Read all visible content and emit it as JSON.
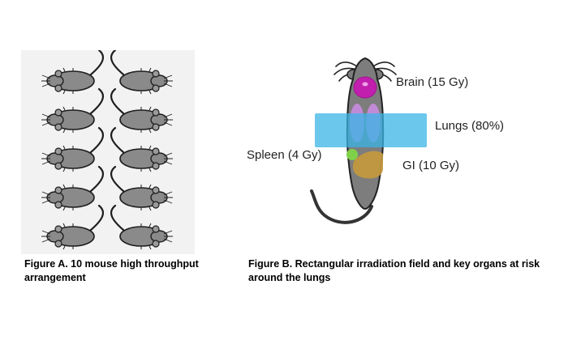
{
  "figure_a": {
    "caption": "Figure A. 10 mouse high throughput arrangement",
    "mouse_count": 10,
    "colors": {
      "body": "#8a8a8a",
      "outline": "#1e1e1e",
      "background": "#f2f2f2"
    }
  },
  "figure_b": {
    "caption": "Figure B. Rectangular irradiation field and key organs at risk around the lungs",
    "labels": {
      "brain": "Brain (15 Gy)",
      "lungs": "Lungs (80%)",
      "spleen": "Spleen (4 Gy)",
      "gi": "GI (10 Gy)"
    },
    "colors": {
      "body": "#7d7d7d",
      "brain": "#c21fae",
      "lungs": "#c98ce0",
      "field": "#39b4e6",
      "spleen": "#7fd14a",
      "gi": "#c69a3c"
    }
  }
}
